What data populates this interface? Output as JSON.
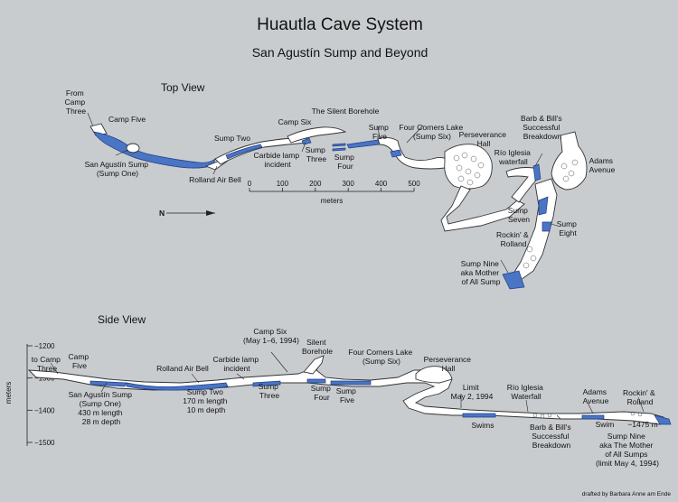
{
  "title": "Huautla Cave System",
  "subtitle": "San Agustín Sump and Beyond",
  "credit": "drafted by Barbara Anne am Ende",
  "colors": {
    "background": "#c9cccf",
    "water": "#4a74c4",
    "passage": "#ffffff"
  },
  "top_view": {
    "heading": "Top View",
    "labels": {
      "from_camp_three": [
        "From",
        "Camp",
        "Three"
      ],
      "camp_five": "Camp Five",
      "san_agustin": [
        "San Agustín Sump",
        "(Sump One)"
      ],
      "rolland_air_bell": "Rolland Air Bell",
      "sump_two": "Sump Two",
      "camp_six": "Camp Six",
      "silent_borehole": "The Silent Borehole",
      "carbide": [
        "Carbide lamp",
        "incident"
      ],
      "sump_three": [
        "Sump",
        "Three"
      ],
      "sump_four": [
        "Sump",
        "Four"
      ],
      "sump_five": [
        "Sump",
        "Five"
      ],
      "four_corners": [
        "Four Corners Lake",
        "(Sump Six)"
      ],
      "perseverance": [
        "Perseverance",
        "Hall"
      ],
      "rio_iglesia": [
        "Río Iglesia",
        "waterfall"
      ],
      "barb_bill": [
        "Barb & Bill's",
        "Successful",
        "Breakdown"
      ],
      "adams": [
        "Adams",
        "Avenue"
      ],
      "sump_seven": [
        "Sump",
        "Seven"
      ],
      "sump_eight": [
        "Sump",
        "Eight"
      ],
      "rockin_rolland": [
        "Rockin' &",
        "Rolland"
      ],
      "sump_nine": [
        "Sump Nine",
        "aka Mother",
        "of All Sump"
      ]
    },
    "scale": {
      "ticks": [
        "0",
        "100",
        "200",
        "300",
        "400",
        "500"
      ],
      "unit": "meters"
    },
    "north_label": "N"
  },
  "side_view": {
    "heading": "Side View",
    "axis": {
      "label": "meters",
      "ticks": [
        "−1200",
        "−1300",
        "−1400",
        "−1500"
      ]
    },
    "labels": {
      "to_camp_three": [
        "to Camp",
        "Three"
      ],
      "camp_five": [
        "Camp",
        "Five"
      ],
      "san_agustin": [
        "San Agustín Sump",
        "(Sump One)",
        "430 m length",
        "28 m depth"
      ],
      "rolland_air_bell": "Rolland Air Bell",
      "sump_two": [
        "Sump Two",
        "170 m length",
        "10 m depth"
      ],
      "carbide": [
        "Carbide lamp",
        "incident"
      ],
      "camp_six": [
        "Camp Six",
        "(May 1–6, 1994)"
      ],
      "sump_three": [
        "Sump",
        "Three"
      ],
      "silent_borehole": [
        "Silent",
        "Borehole"
      ],
      "sump_four": [
        "Sump",
        "Four"
      ],
      "sump_five": [
        "Sump",
        "Five"
      ],
      "four_corners": [
        "Four Corners Lake",
        "(Sump Six)"
      ],
      "perseverance": [
        "Perseverance",
        "Hall"
      ],
      "limit": [
        "Limit",
        "May 2, 1994"
      ],
      "rio_iglesia": [
        "Río Iglesia",
        "Waterfall"
      ],
      "swims": "Swims",
      "barb_bill": [
        "Barb & Bill's",
        "Successful",
        "Breakdown"
      ],
      "adams": [
        "Adams",
        "Avenue"
      ],
      "swim": "Swim",
      "depth_1475": "−1475 m",
      "rockin_rolland": [
        "Rockin' &",
        "Rolland"
      ],
      "sump_nine": [
        "Sump Nine",
        "aka The Mother",
        "of All Sumps",
        "(limit May 4, 1994)"
      ]
    }
  }
}
